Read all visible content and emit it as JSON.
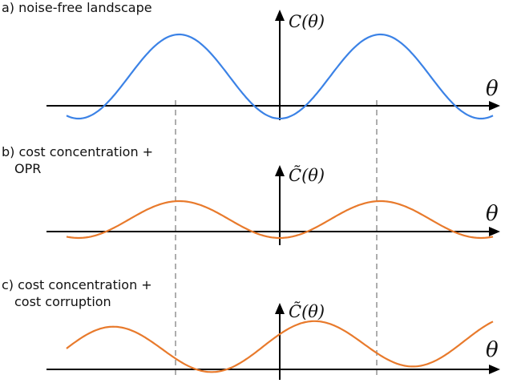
{
  "panels": [
    {
      "id": "a",
      "label": "a) noise-free landscape",
      "y_label": "C(θ)",
      "x_label": "θ",
      "curve_color": "#3b82e6"
    },
    {
      "id": "b",
      "label_line1": "b) cost concentration  +",
      "label_line2": "OPR",
      "y_label": "C̃(θ)",
      "x_label": "θ",
      "curve_color": "#e87a2c"
    },
    {
      "id": "c",
      "label_line1": "c) cost concentration +",
      "label_line2": "cost corruption",
      "y_label": "C̃(θ)",
      "x_label": "θ",
      "curve_color": "#e87a2c"
    }
  ],
  "colors": {
    "axis": "#000000",
    "guide": "#999999",
    "text": "#111111"
  }
}
